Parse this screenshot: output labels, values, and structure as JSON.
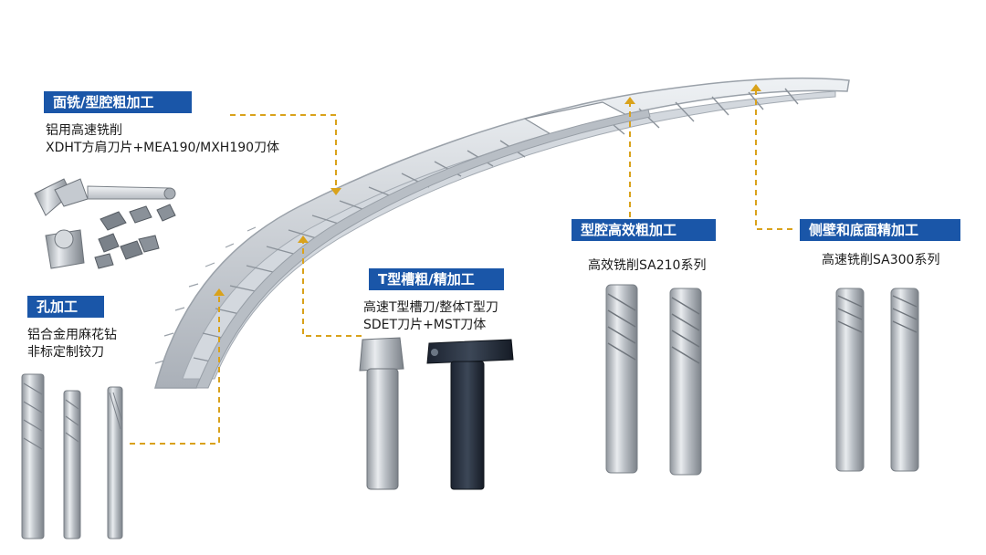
{
  "callouts": {
    "face_milling": {
      "tag": "面铣/型腔粗加工",
      "lines": [
        "铝用高速铣削",
        "XDHT方肩刀片+MEA190/MXH190刀体"
      ]
    },
    "hole": {
      "tag": "孔加工",
      "lines": [
        "铝合金用麻花钻",
        "非标定制铰刀"
      ]
    },
    "t_slot": {
      "tag": "T型槽粗/精加工",
      "lines": [
        "高速T型槽刀/整体T型刀",
        "SDET刀片+MST刀体"
      ]
    },
    "cavity": {
      "tag": "型腔高效粗加工",
      "lines": [
        "高效铣削SA210系列"
      ]
    },
    "side_wall": {
      "tag": "侧壁和底面精加工",
      "lines": [
        "高速铣削SA300系列"
      ]
    }
  },
  "colors": {
    "tag_bg": "#1a56a8",
    "leader": "#d9a21b"
  }
}
